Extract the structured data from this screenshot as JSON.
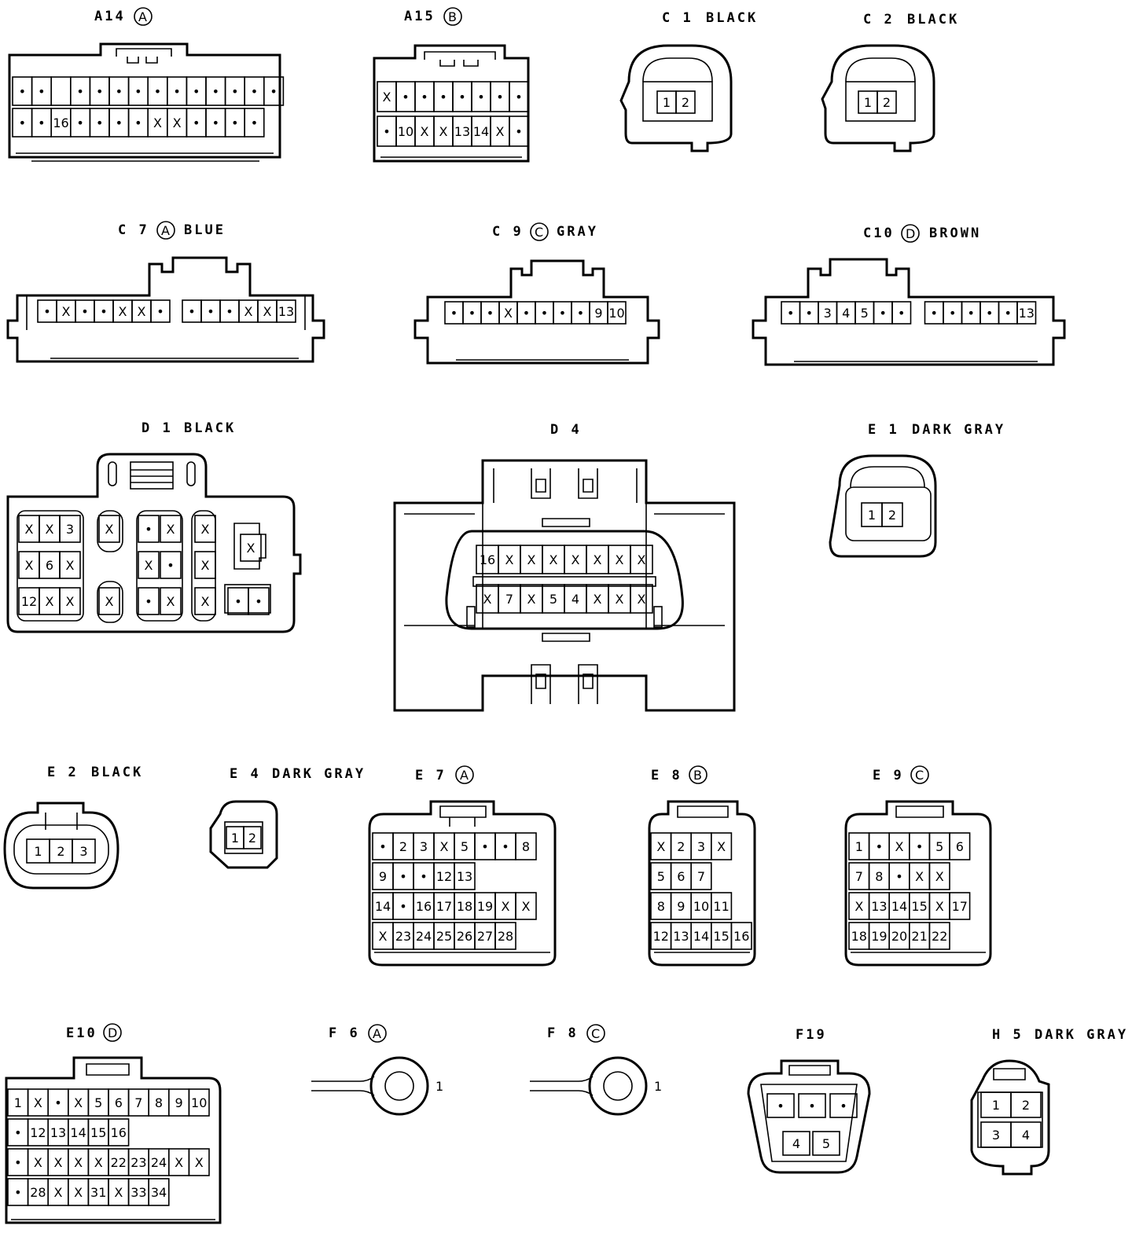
{
  "connectors": [
    {
      "id": "A14",
      "code": "A",
      "color": "",
      "rows": [
        [
          "•",
          "•",
          "",
          "•",
          "•",
          "•",
          "•",
          "•",
          "•",
          "•",
          "•",
          "•",
          "•",
          "•"
        ],
        [
          "•",
          "•",
          "16",
          "•",
          "•",
          "•",
          "•",
          "X",
          "X",
          "•",
          "•",
          "•",
          "•"
        ]
      ]
    },
    {
      "id": "A15",
      "code": "B",
      "color": "",
      "rows": [
        [
          "X",
          "•",
          "•",
          "•",
          "•",
          "•",
          "•",
          "•"
        ],
        [
          "•",
          "10",
          "X",
          "X",
          "13",
          "14",
          "X",
          "•"
        ]
      ]
    },
    {
      "id": "C 1",
      "code": "",
      "color": "BLACK",
      "rows": [
        [
          "1",
          "2"
        ]
      ]
    },
    {
      "id": "C 2",
      "code": "",
      "color": "BLACK",
      "rows": [
        [
          "1",
          "2"
        ]
      ]
    },
    {
      "id": "C 7",
      "code": "A",
      "color": "BLUE",
      "rows": [
        [
          "•",
          "X",
          "•",
          "•",
          "X",
          "X",
          "•",
          "•",
          "•",
          "•",
          "X",
          "X",
          "13"
        ]
      ]
    },
    {
      "id": "C 9",
      "code": "C",
      "color": "GRAY",
      "rows": [
        [
          "•",
          "•",
          "•",
          "X",
          "•",
          "•",
          "•",
          "•",
          "9",
          "10"
        ]
      ]
    },
    {
      "id": "C10",
      "code": "D",
      "color": "BROWN",
      "rows": [
        [
          "•",
          "•",
          "3",
          "4",
          "5",
          "•",
          "•",
          "•",
          "•",
          "•",
          "•",
          "•",
          "13"
        ]
      ]
    },
    {
      "id": "D 1",
      "code": "",
      "color": "BLACK",
      "rows": [
        [
          "X",
          "X",
          "3",
          "X",
          "•",
          "X",
          "X",
          "X"
        ],
        [
          "X",
          "6",
          "X",
          "X",
          "•",
          "X"
        ],
        [
          "12",
          "X",
          "X",
          "X",
          "•",
          "X",
          "X",
          "•",
          "•"
        ]
      ]
    },
    {
      "id": "D 4",
      "code": "",
      "color": "",
      "rows": [
        [
          "16",
          "X",
          "X",
          "X",
          "X",
          "X",
          "X",
          "X"
        ],
        [
          "X",
          "7",
          "X",
          "5",
          "4",
          "X",
          "X",
          "X"
        ]
      ]
    },
    {
      "id": "E 1",
      "code": "",
      "color": "DARK GRAY",
      "rows": [
        [
          "1",
          "2"
        ]
      ]
    },
    {
      "id": "E 2",
      "code": "",
      "color": "BLACK",
      "rows": [
        [
          "1",
          "2",
          "3"
        ]
      ]
    },
    {
      "id": "E 4",
      "code": "",
      "color": "DARK GRAY",
      "rows": [
        [
          "1",
          "2"
        ]
      ]
    },
    {
      "id": "E 7",
      "code": "A",
      "color": "",
      "rows": [
        [
          "•",
          "2",
          "3",
          "X",
          "5",
          "•",
          "•",
          "8"
        ],
        [
          "9",
          "•",
          "•",
          "12",
          "13"
        ],
        [
          "14",
          "•",
          "16",
          "17",
          "18",
          "19",
          "X",
          "X"
        ],
        [
          "X",
          "23",
          "24",
          "25",
          "26",
          "27",
          "28"
        ]
      ]
    },
    {
      "id": "E 8",
      "code": "B",
      "color": "",
      "rows": [
        [
          "X",
          "2",
          "3",
          "X"
        ],
        [
          "5",
          "6",
          "7"
        ],
        [
          "8",
          "9",
          "10",
          "11"
        ],
        [
          "12",
          "13",
          "14",
          "15",
          "16"
        ]
      ]
    },
    {
      "id": "E 9",
      "code": "C",
      "color": "",
      "rows": [
        [
          "1",
          "•",
          "X",
          "•",
          "5",
          "6"
        ],
        [
          "7",
          "8",
          "•",
          "X",
          "X"
        ],
        [
          "X",
          "13",
          "14",
          "15",
          "X",
          "17"
        ],
        [
          "18",
          "19",
          "20",
          "21",
          "22"
        ]
      ]
    },
    {
      "id": "E10",
      "code": "D",
      "color": "",
      "rows": [
        [
          "1",
          "X",
          "•",
          "X",
          "5",
          "6",
          "7",
          "8",
          "9",
          "10"
        ],
        [
          "•",
          "12",
          "13",
          "14",
          "15",
          "16"
        ],
        [
          "•",
          "X",
          "X",
          "X",
          "X",
          "22",
          "23",
          "24",
          "X",
          "X"
        ],
        [
          "•",
          "28",
          "X",
          "X",
          "31",
          "X",
          "33",
          "34"
        ]
      ]
    },
    {
      "id": "F 6",
      "code": "A",
      "color": "",
      "rows": [
        [
          "1"
        ]
      ]
    },
    {
      "id": "F 8",
      "code": "C",
      "color": "",
      "rows": [
        [
          "1"
        ]
      ]
    },
    {
      "id": "F19",
      "code": "",
      "color": "",
      "rows": [
        [
          "•",
          "•",
          "•"
        ],
        [
          "4",
          "5"
        ]
      ]
    },
    {
      "id": "H 5",
      "code": "",
      "color": "DARK GRAY",
      "rows": [
        [
          "1",
          "2"
        ],
        [
          "3",
          "4"
        ]
      ]
    }
  ]
}
